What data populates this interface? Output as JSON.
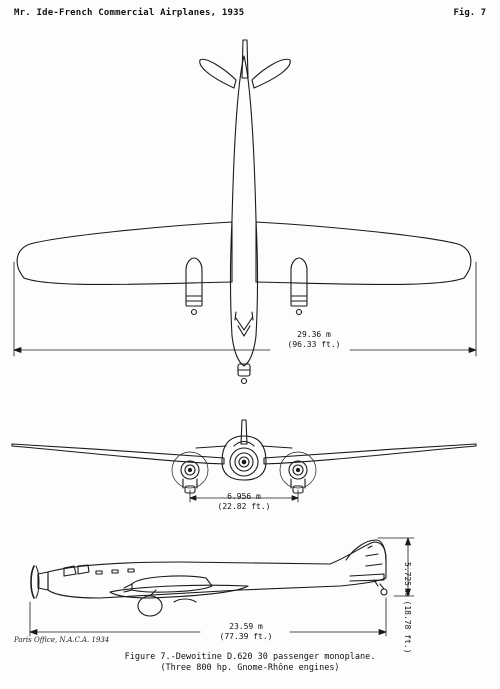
{
  "header": {
    "left": "Mr. Ide-French Commercial Airplanes, 1935",
    "right": "Fig. 7"
  },
  "plan_view": {
    "span_m": "29.36 m",
    "span_ft": "(96.33 ft.)"
  },
  "front_view": {
    "track_m": "6.956 m",
    "track_ft": "(22.82 ft.)"
  },
  "side_view": {
    "length_m": "23.59 m",
    "length_ft": "(77.39 ft.)",
    "height_label": "5.725 m (18.78 ft.)"
  },
  "signature": "Paris Office, N.A.C.A. 1934",
  "caption": {
    "line1": "Figure 7.-Dewoitine D.620 30 passenger monoplane.",
    "line2": "(Three 800 hp. Gnome-Rhône engines)"
  }
}
